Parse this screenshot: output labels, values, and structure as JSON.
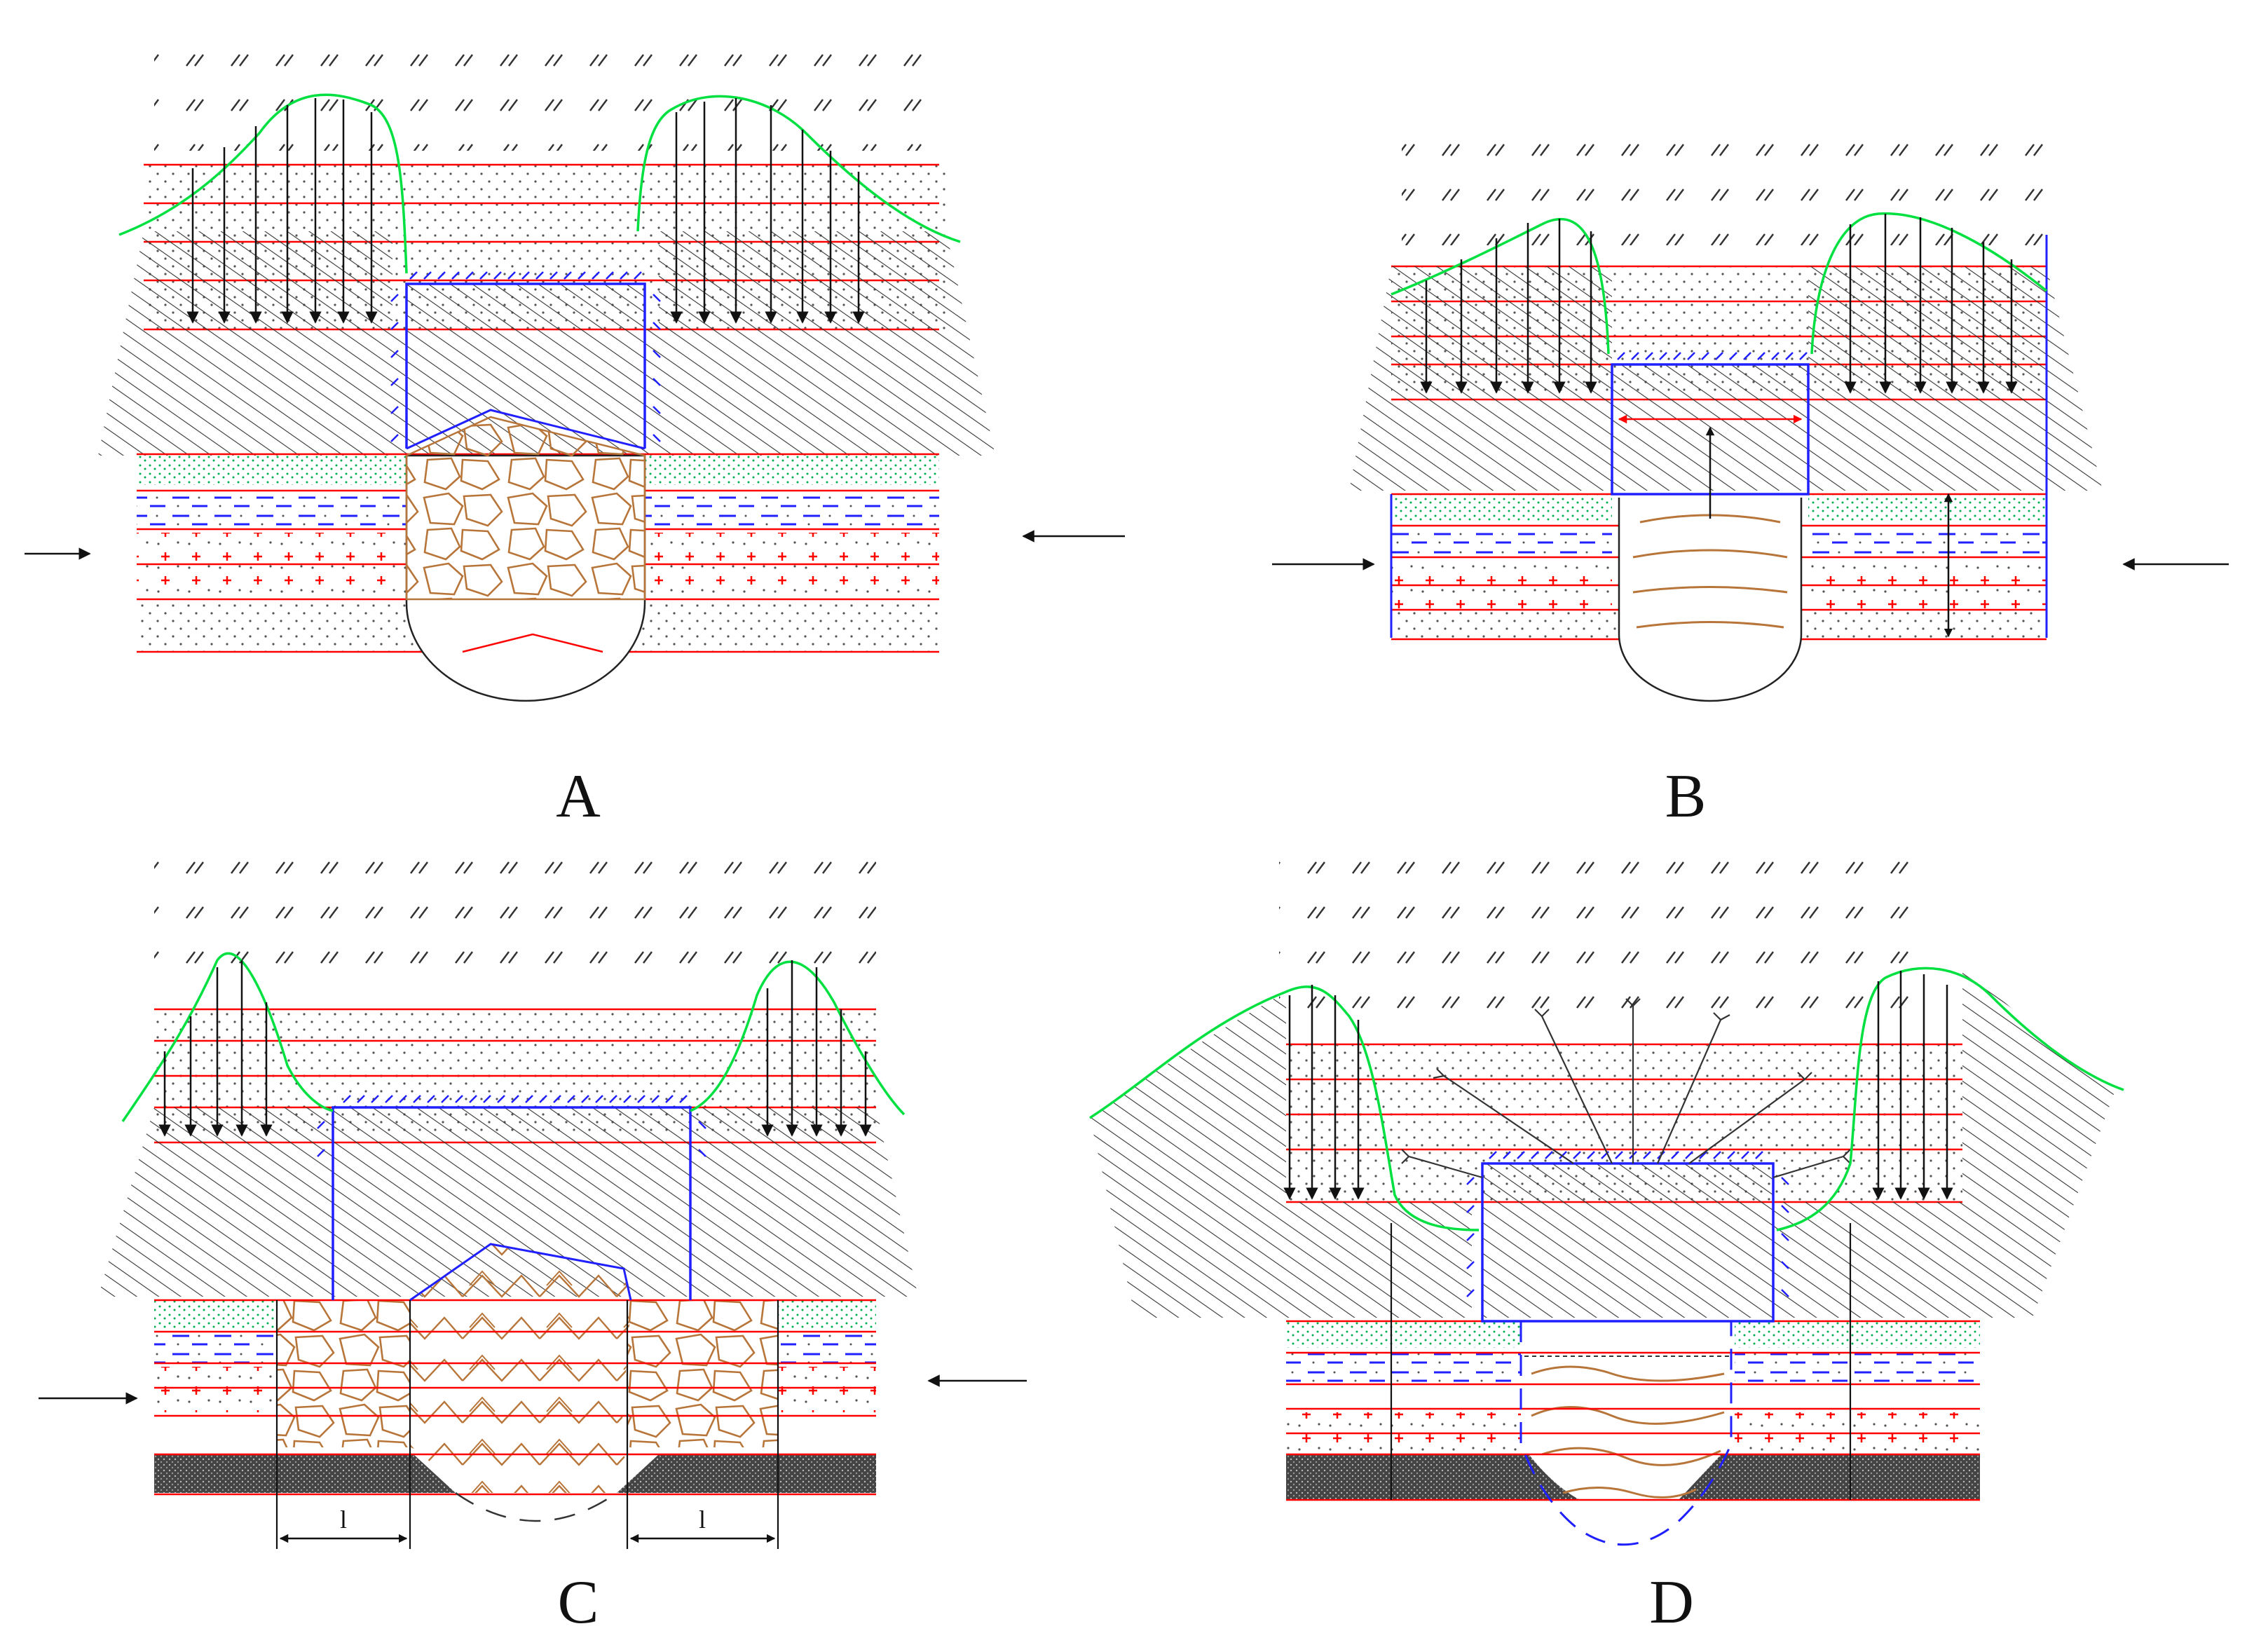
{
  "panels": [
    {
      "id": "A",
      "label": "A"
    },
    {
      "id": "B",
      "label": "B"
    },
    {
      "id": "C",
      "label": "C"
    },
    {
      "id": "D",
      "label": "D"
    }
  ],
  "dimension_labels": {
    "left": "l",
    "right": "l"
  },
  "colors": {
    "stratum_line": "#ff0000",
    "stress_curve": "#00e040",
    "support_outline": "#2020ff",
    "fractured_rock": "#b8753a",
    "stress_arrow": "#111111",
    "hatch": "#333333",
    "sandy_dot": "#00b050",
    "dash_layer": "#2020ff",
    "cross_layer": "#ff0000",
    "dense_layer": "#222222"
  }
}
